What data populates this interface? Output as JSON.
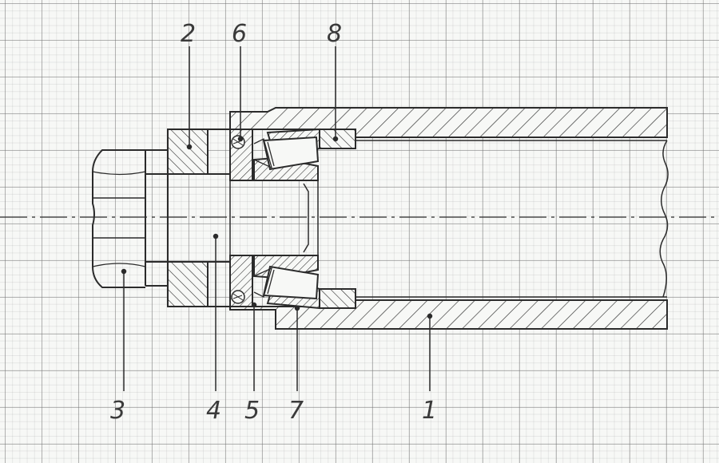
{
  "labels": {
    "l1": "1",
    "l2": "2",
    "l3": "3",
    "l4": "4",
    "l5": "5",
    "l6": "6",
    "l7": "7",
    "l8": "8"
  },
  "colors": {
    "ink": "#2b2b2b",
    "paper": "#f7f8f6",
    "grid": "#8a8a8a"
  }
}
